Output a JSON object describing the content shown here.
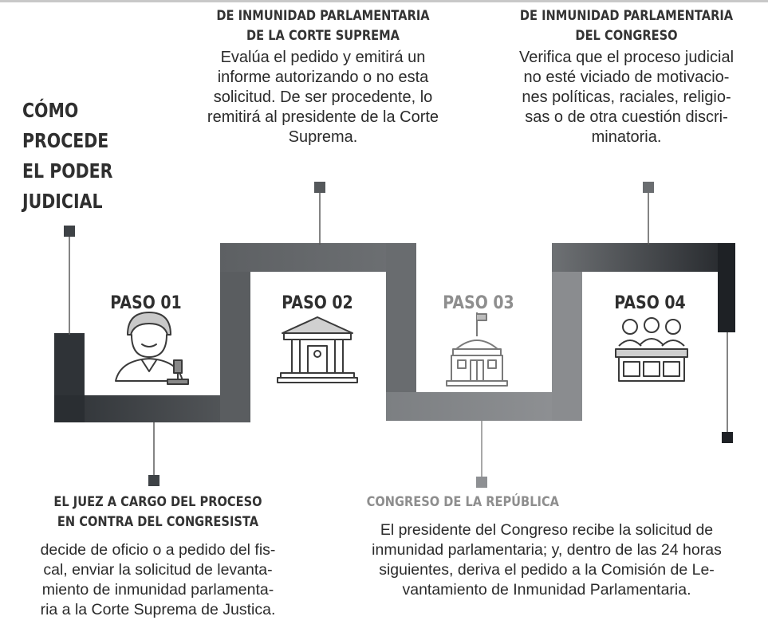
{
  "title": "CÓMO PROCEDE EL PODER JUDICIAL",
  "steps": [
    {
      "label": "PASO 01",
      "icon": "judge-gavel-icon",
      "header": "EL JUEZ A CARGO DEL PROCESO EN CONTRA DEL CONGRESISTA",
      "header_lines": [
        "EL JUEZ A CARGO DEL PROCESO",
        "EN CONTRA DEL CONGRESISTA"
      ],
      "text_lines": [
        "decide de oficio o a pedido del fis-",
        "cal, enviar la solicitud de levanta-",
        "miento de inmunidad parlamenta-",
        "ria a la Corte Suprema de Justica."
      ]
    },
    {
      "label": "PASO 02",
      "icon": "courthouse-icon",
      "header": "DE INMUNIDAD PARLAMENTARIA DE LA CORTE SUPREMA",
      "header_lines": [
        "DE INMUNIDAD PARLAMENTARIA",
        "DE LA CORTE SUPREMA"
      ],
      "text_lines": [
        "Evalúa el pedido y emitirá un",
        "informe autorizando o no esta",
        "solicitud. De ser procedente, lo",
        "remitirá al presidente de la Corte",
        "Suprema."
      ]
    },
    {
      "label": "PASO 03",
      "icon": "congress-building-icon",
      "header": "CONGRESO DE LA REPÚBLICA",
      "header_lines": [
        "CONGRESO DE LA REPÚBLICA"
      ],
      "text_lines": [
        "El presidente del Congreso recibe la solicitud de",
        "inmunidad parlamentaria; y, dentro de las 24 horas",
        "siguientes, deriva el pedido a la Comisión de Le-",
        "vantamiento de Inmunidad Parlamentaria."
      ]
    },
    {
      "label": "PASO 04",
      "icon": "commission-members-icon",
      "header": "DE INMUNIDAD PARLAMENTARIA DEL CONGRESO",
      "header_lines": [
        "DE INMUNIDAD PARLAMENTARIA",
        "DEL CONGRESO"
      ],
      "text_lines": [
        "Verifica que el proceso judicial",
        "no esté viciado de motivacio-",
        "nes políticas, raciales, religio-",
        "sas o de otra cuestión discri-",
        "minatoria."
      ]
    }
  ],
  "colors": {
    "band_dark": "#2e3236",
    "band_mid": "#5e6164",
    "band_light": "#8b8d90",
    "band_darkest": "#1f2226",
    "text": "#2b2b2b",
    "light_text": "#8e8e8e"
  }
}
